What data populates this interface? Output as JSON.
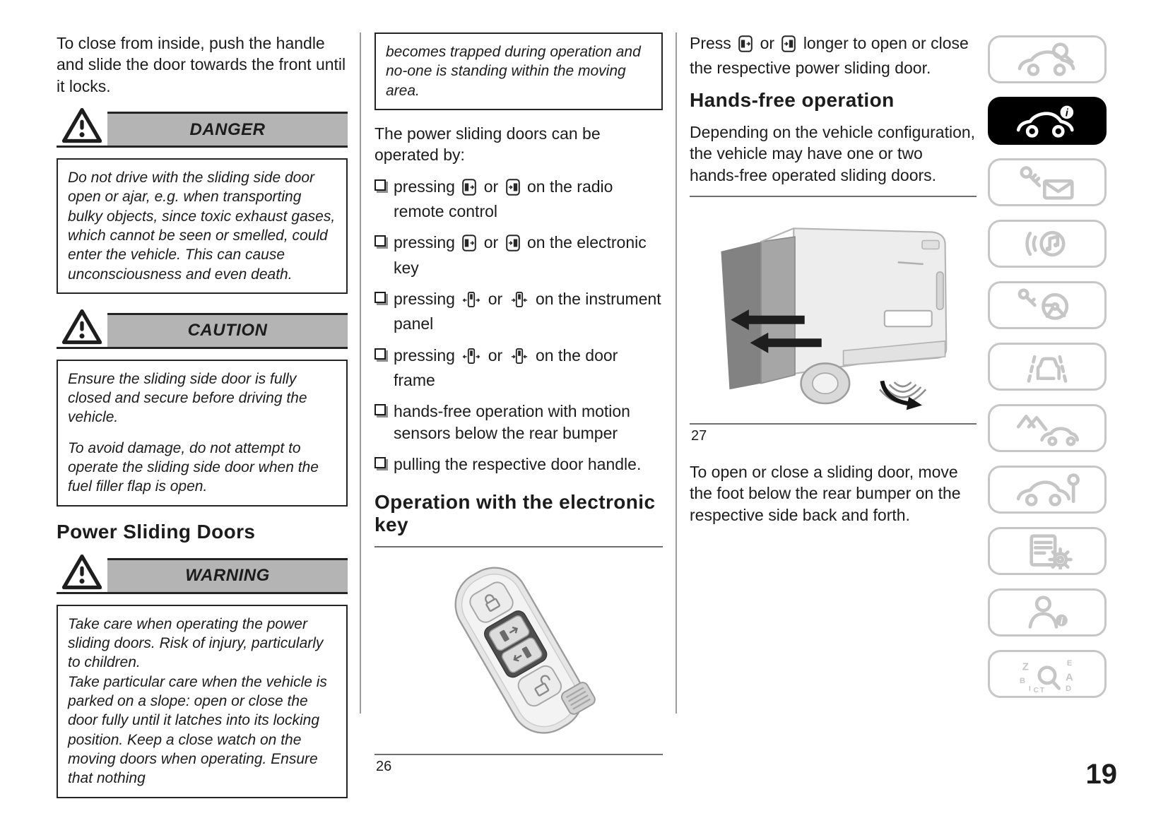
{
  "page_number": "19",
  "colors": {
    "band_gray": "#b4b4b4",
    "border_dark": "#242424",
    "sidebar_gray": "#c6c6c6",
    "active_tab_bg": "#000000"
  },
  "icons": {
    "alert": "warning-triangle-icon",
    "bullet": "shadowed-square-icon",
    "inline_buttons": [
      "door-open-button-icon",
      "door-close-button-icon",
      "panel-door-open-icon",
      "panel-door-close-icon"
    ]
  },
  "col1": {
    "intro": "To close from inside, push the handle and slide the door towards the front until it locks.",
    "danger_label": "DANGER",
    "danger_text": "Do not drive with the sliding side door open or ajar, e.g. when transporting bulky objects, since toxic exhaust gases, which cannot be seen or smelled, could enter the vehicle. This can cause unconsciousness and even death.",
    "caution_label": "CAUTION",
    "caution_text_1": "Ensure the sliding side door is fully closed and secure before driving the vehicle.",
    "caution_text_2": "To avoid damage, do not attempt to operate the sliding side door when the fuel filler flap is open.",
    "heading": "Power Sliding Doors",
    "warning_label": "WARNING",
    "warning_text_1": "Take care when operating the power sliding doors. Risk of injury, particularly to children.",
    "warning_text_2": "Take particular care when the vehicle is parked on a slope: open or close the door fully until it latches into its locking position. Keep a close watch on the moving doors when operating. Ensure that nothing"
  },
  "col2": {
    "continuation_box": "becomes trapped during operation and no-one is standing within the moving area.",
    "intro": "The power sliding doors can be operated by:",
    "bullets": [
      {
        "pre": "pressing",
        "mid": "or",
        "post": "on the radio remote control"
      },
      {
        "pre": "pressing",
        "mid": "or",
        "post": "on the electronic key"
      },
      {
        "pre": "pressing",
        "mid": "or",
        "post": "on the instrument panel"
      },
      {
        "pre": "pressing",
        "mid": "or",
        "post": "on the door frame"
      },
      {
        "text": "hands-free operation with motion sensors below the rear bumper"
      },
      {
        "text": "pulling the respective door handle."
      }
    ],
    "heading": "Operation with the electronic key",
    "figure_number": "26"
  },
  "col3": {
    "press_pre": "Press",
    "press_mid": "or",
    "press_post": "longer to open or close the respective power sliding door.",
    "heading": "Hands-free operation",
    "body_1": "Depending on the vehicle configuration, the vehicle may have one or two hands-free operated sliding doors.",
    "figure_number": "27",
    "body_2": "To open or close a sliding door, move the foot below the rear bumper on the respective side back and forth."
  },
  "sidebar": {
    "items": [
      {
        "icon": "car-search-icon",
        "active": false
      },
      {
        "icon": "car-info-icon",
        "active": true
      },
      {
        "icon": "key-message-icon",
        "active": false
      },
      {
        "icon": "navigation-audio-icon",
        "active": false
      },
      {
        "icon": "steering-key-icon",
        "active": false
      },
      {
        "icon": "lane-driving-icon",
        "active": false
      },
      {
        "icon": "car-terrain-icon",
        "active": false
      },
      {
        "icon": "car-service-icon",
        "active": false
      },
      {
        "icon": "spec-sheet-gear-icon",
        "active": false
      },
      {
        "icon": "person-info-icon",
        "active": false
      },
      {
        "icon": "alphabetical-index-icon",
        "active": false
      }
    ]
  }
}
